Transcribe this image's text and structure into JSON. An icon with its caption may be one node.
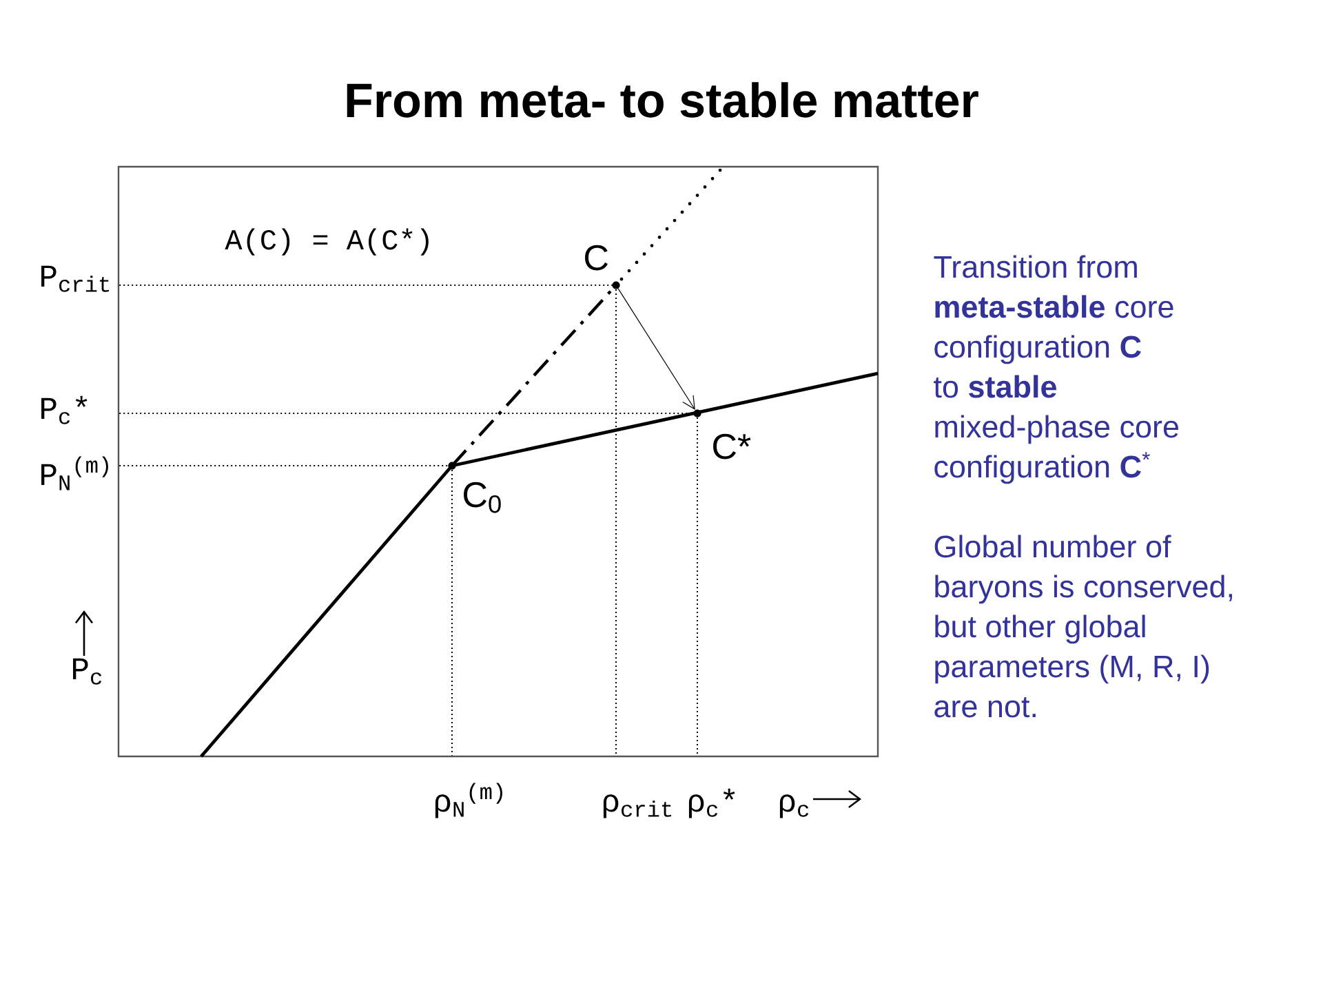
{
  "diagram": {
    "title": "From meta- to stable matter",
    "nodes": [
      {
        "text": [],
        "shape": "circle",
        "beside": [
          "C"
        ]
      },
      {
        "text": [],
        "shape": "circle",
        "beside": [
          "C*"
        ]
      }
    ],
    "edges": [
      {
        "from": 0,
        "to": 1,
        "arrow": "to"
      }
    ],
    "labels": [
      "A(C) = A(C*)",
      "P$_{crit}$",
      "P$_{c}$*",
      "P$_{N}$$^{(m)}$",
      "C$_{0}$",
      "P$_{c}$",
      "ρ$_{N}$$^{(m)}$",
      "ρ$_{crit}$",
      "ρ$_{c}$*",
      "ρ$_{c}$",
      "Transition from **meta-stable** core configuration **C**",
      "to **stable** mixed-phase core configuration **C**$^{*}$",
      "Global number of baryons is conserved, but other global parameters (M, R, I) are not."
    ]
  }
}
